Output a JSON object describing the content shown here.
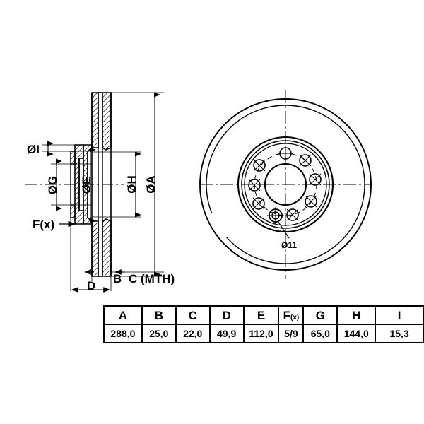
{
  "drawing": {
    "type": "brake-disc-technical-drawing",
    "line_color": "#000000",
    "background_color": "#ffffff",
    "section_view": {
      "name": "cross-section-side-view",
      "labels": [
        {
          "id": "diameter-i",
          "text": "ØI"
        },
        {
          "id": "diameter-g",
          "text": "ØG"
        },
        {
          "id": "diameter-e",
          "text": "ØE"
        },
        {
          "id": "diameter-h",
          "text": "ØH"
        },
        {
          "id": "diameter-a",
          "text": "ØA"
        },
        {
          "id": "face-runout",
          "text": "F(x)"
        },
        {
          "id": "dim-b",
          "text": "B"
        },
        {
          "id": "dim-c",
          "text": "C (MTH)"
        },
        {
          "id": "dim-d",
          "text": "D"
        }
      ]
    },
    "front_view": {
      "name": "front-face-view",
      "bolt_hole_count": 9,
      "bolt_hole_label": "Ø11"
    }
  },
  "spec_table": {
    "headers": [
      "A",
      "B",
      "C",
      "D",
      "E",
      "F(x)",
      "G",
      "H",
      "I"
    ],
    "fx_main": "F",
    "fx_sub": "(x)",
    "values": [
      "288,0",
      "25,0",
      "22,0",
      "49,9",
      "112,0",
      "5/9",
      "65,0",
      "144,0",
      "15,3"
    ]
  }
}
